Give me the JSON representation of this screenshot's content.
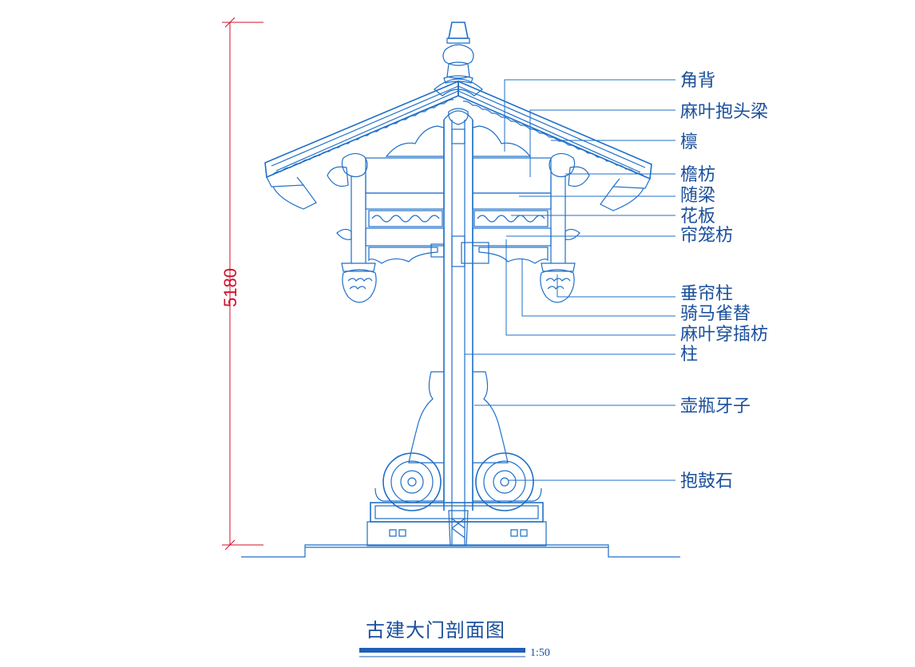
{
  "drawing": {
    "title": "古建大门剖面图",
    "scale": "1:50",
    "dimension": {
      "height": "5180"
    },
    "labels": [
      "角背",
      "麻叶抱头梁",
      "檩",
      "檐枋",
      "随梁",
      "花板",
      "帘笼枋",
      "垂帘柱",
      "骑马雀替",
      "麻叶穿插枋",
      "柱",
      "壶瓶牙子",
      "抱鼓石"
    ]
  },
  "colors": {
    "line": "#1f6fc8",
    "text": "#1a4f9c",
    "dimension": "#d0102a",
    "title_bar": "#1f5fb8"
  }
}
